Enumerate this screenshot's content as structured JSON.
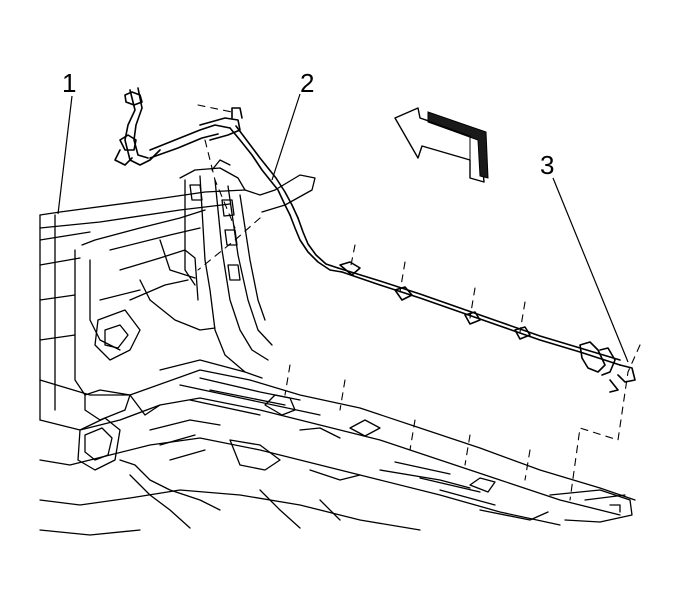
{
  "callouts": [
    {
      "id": "c1",
      "label": "1"
    },
    {
      "id": "c2",
      "label": "2"
    },
    {
      "id": "c3",
      "label": "3"
    }
  ],
  "icons": {
    "direction_arrow": "forward-direction-arrow-icon"
  },
  "colors": {
    "line": "#000000",
    "background": "#ffffff",
    "arrow_fill": "#1a1a1a"
  }
}
